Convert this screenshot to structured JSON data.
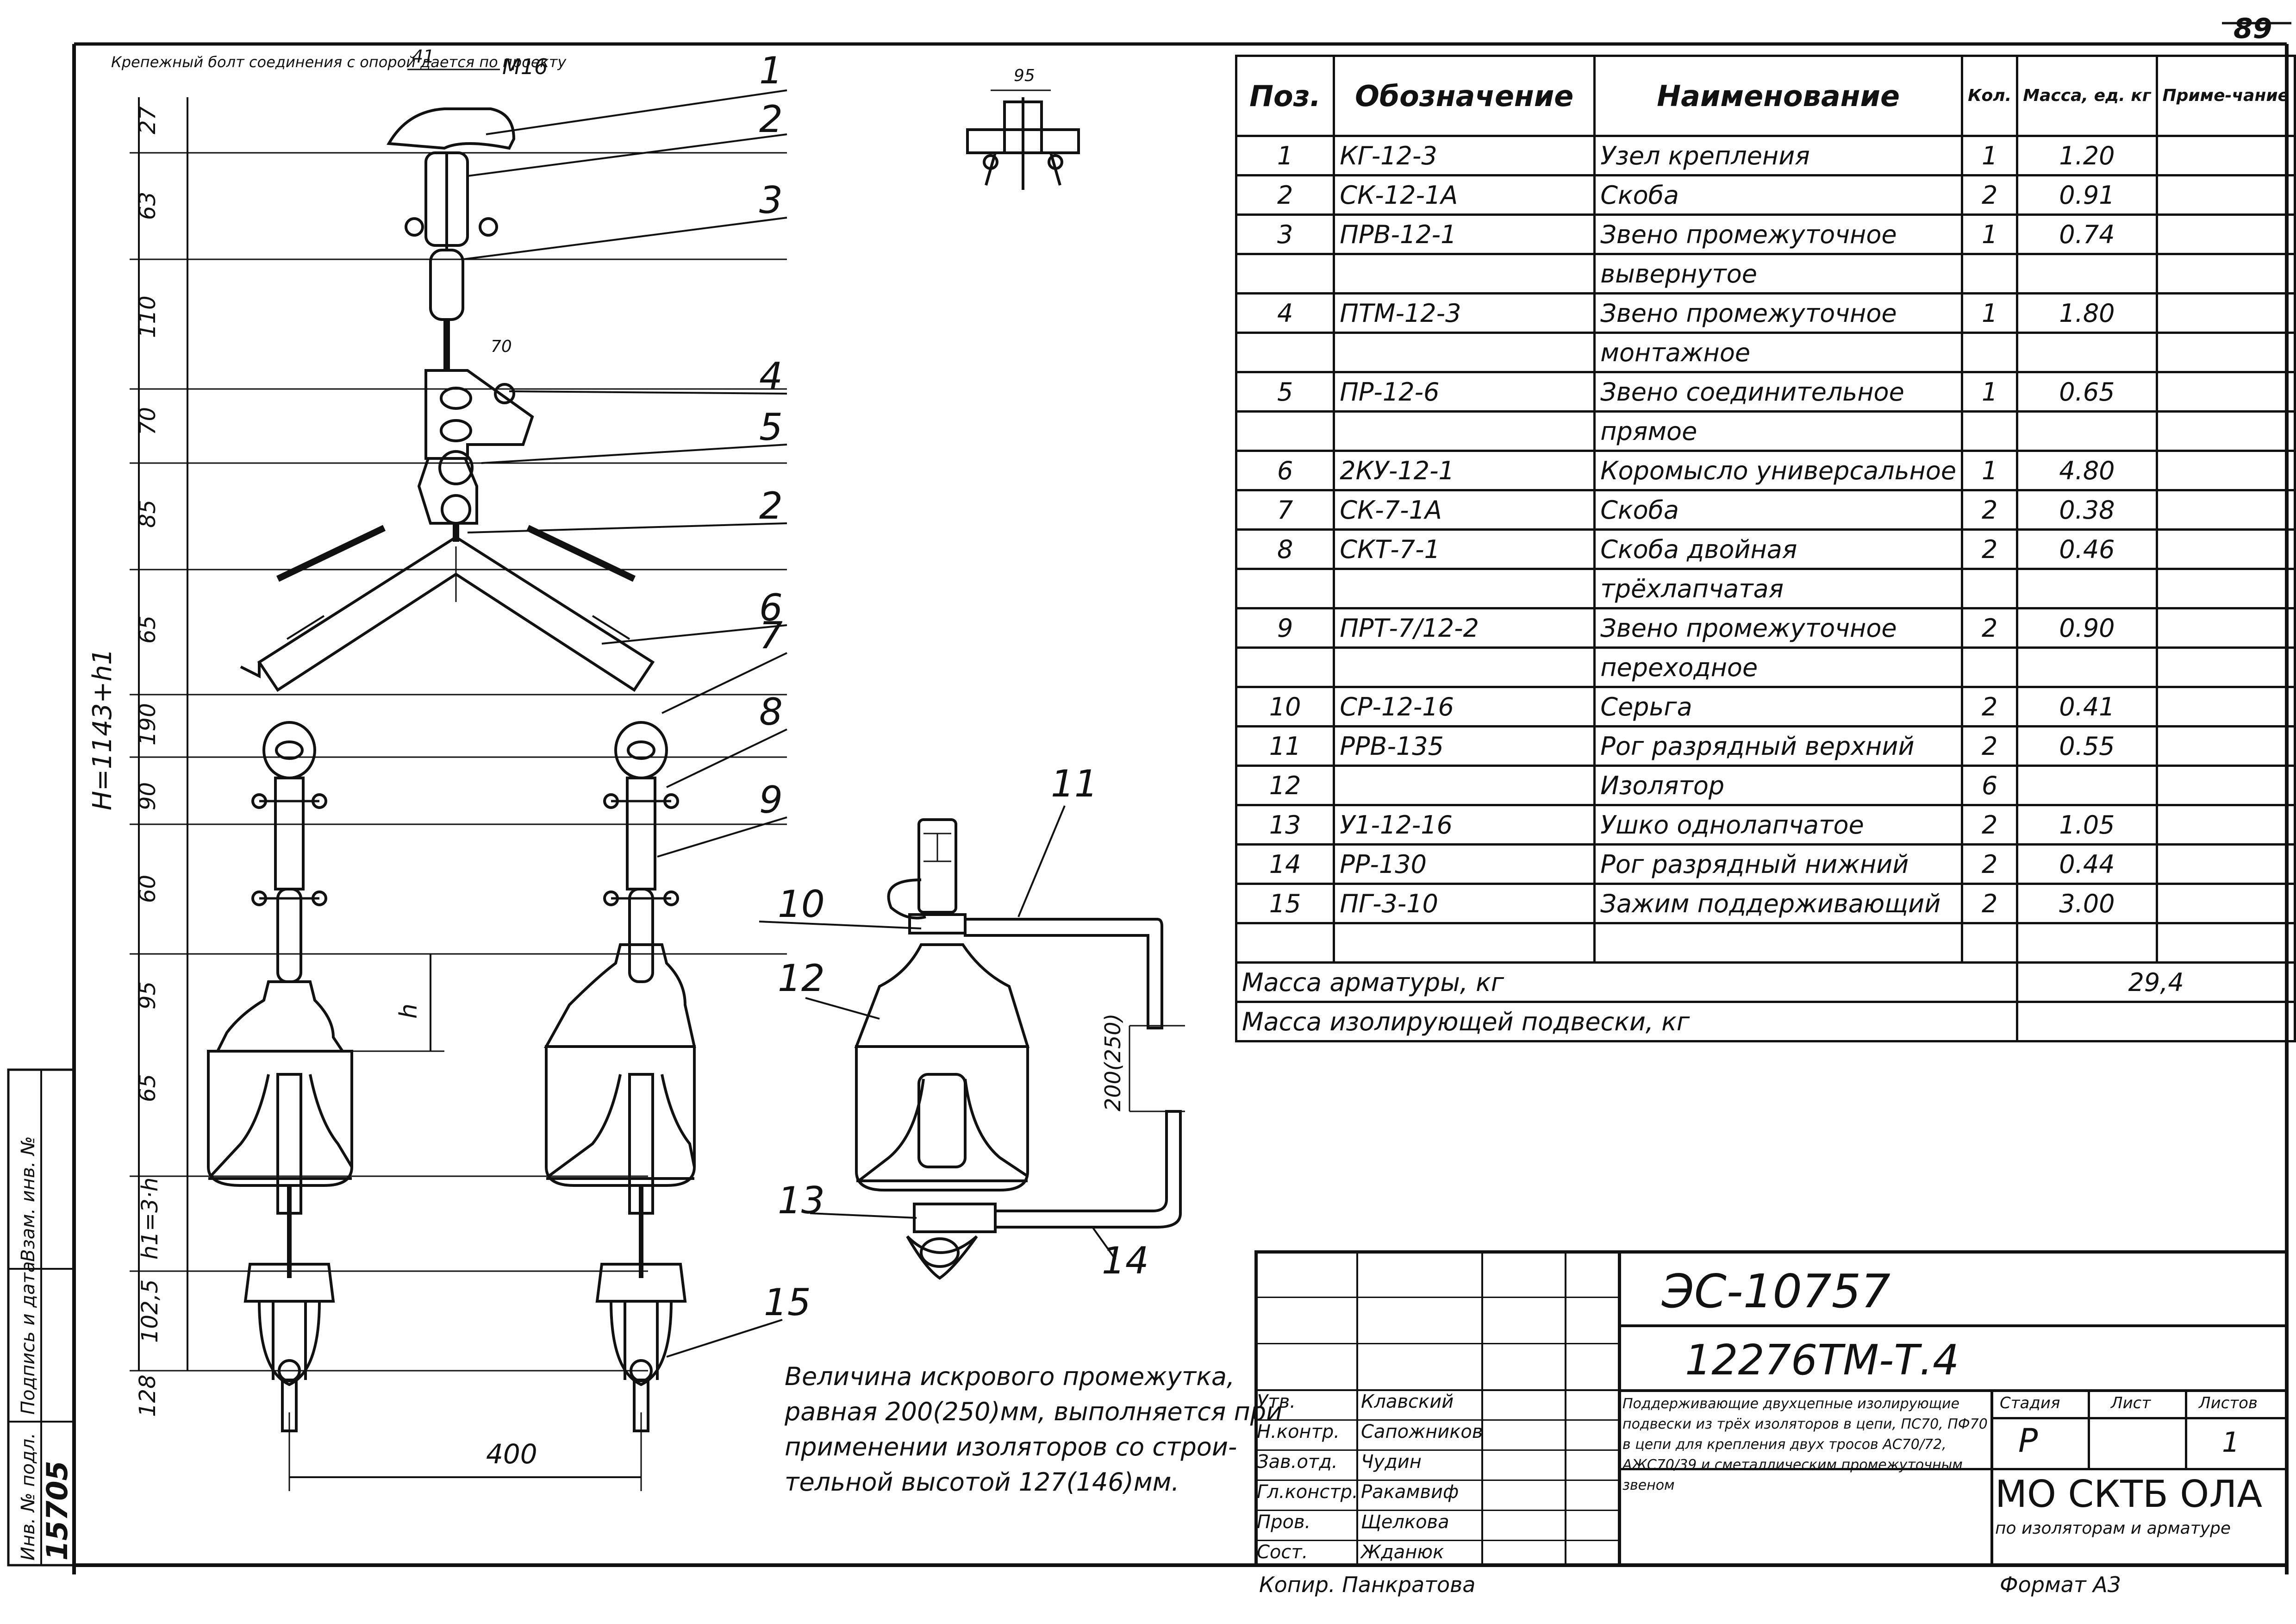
{
  "page_number": "89",
  "top_note": "Крепежный болт соединения с опорой дается по проекту",
  "dim_top_41": "41",
  "dim_bolt": "M16",
  "dim_detail_95": "95",
  "vertical_dims": [
    "27",
    "63",
    "110",
    "70",
    "85",
    "65",
    "190",
    "90",
    "60",
    "95",
    "65",
    "h1=3·h",
    "102,5",
    "128"
  ],
  "overall_height_label": "H=1143+h1",
  "dim_h": "h",
  "dim_400": "400",
  "dim_gap": "200(250)",
  "callouts_left": [
    "1",
    "2",
    "3",
    "4",
    "5",
    "2",
    "6",
    "7",
    "8",
    "9",
    "15"
  ],
  "callouts_right": [
    "10",
    "11",
    "12",
    "13",
    "14"
  ],
  "dim_70": "70",
  "note_lines": [
    "Величина искрового промежутка,",
    "равная 200(250)мм, выполняется при",
    "применении изоляторов со строи-",
    "тельной высотой 127(146)мм."
  ],
  "spec_headers": {
    "pos": "Поз.",
    "designation": "Обозначение",
    "name": "Наименование",
    "qty": "Кол.",
    "mass": "Масса, ед. кг",
    "note": "Приме-чание"
  },
  "spec_rows": [
    {
      "pos": "1",
      "designation": "КГ-12-3",
      "name": "Узел крепления",
      "qty": "1",
      "mass": "1.20"
    },
    {
      "pos": "2",
      "designation": "СК-12-1А",
      "name": "Скоба",
      "qty": "2",
      "mass": "0.91"
    },
    {
      "pos": "3",
      "designation": "ПРВ-12-1",
      "name": "Звено промежуточное",
      "qty": "1",
      "mass": "0.74"
    },
    {
      "pos": "",
      "designation": "",
      "name": "вывернутое",
      "qty": "",
      "mass": ""
    },
    {
      "pos": "4",
      "designation": "ПТМ-12-3",
      "name": "Звено промежуточное",
      "qty": "1",
      "mass": "1.80"
    },
    {
      "pos": "",
      "designation": "",
      "name": "монтажное",
      "qty": "",
      "mass": ""
    },
    {
      "pos": "5",
      "designation": "ПР-12-6",
      "name": "Звено соединительное",
      "qty": "1",
      "mass": "0.65"
    },
    {
      "pos": "",
      "designation": "",
      "name": "прямое",
      "qty": "",
      "mass": ""
    },
    {
      "pos": "6",
      "designation": "2КУ-12-1",
      "name": "Коромысло универсальное",
      "qty": "1",
      "mass": "4.80"
    },
    {
      "pos": "7",
      "designation": "СК-7-1А",
      "name": "Скоба",
      "qty": "2",
      "mass": "0.38"
    },
    {
      "pos": "8",
      "designation": "СКТ-7-1",
      "name": "Скоба двойная",
      "qty": "2",
      "mass": "0.46"
    },
    {
      "pos": "",
      "designation": "",
      "name": "трёхлапчатая",
      "qty": "",
      "mass": ""
    },
    {
      "pos": "9",
      "designation": "ПРТ-7/12-2",
      "name": "Звено промежуточное",
      "qty": "2",
      "mass": "0.90"
    },
    {
      "pos": "",
      "designation": "",
      "name": "переходное",
      "qty": "",
      "mass": ""
    },
    {
      "pos": "10",
      "designation": "СР-12-16",
      "name": "Серьга",
      "qty": "2",
      "mass": "0.41"
    },
    {
      "pos": "11",
      "designation": "РРВ-135",
      "name": "Рог разрядный верхний",
      "qty": "2",
      "mass": "0.55"
    },
    {
      "pos": "12",
      "designation": "",
      "name": "Изолятор",
      "qty": "6",
      "mass": ""
    },
    {
      "pos": "13",
      "designation": "У1-12-16",
      "name": "Ушко однолапчатое",
      "qty": "2",
      "mass": "1.05"
    },
    {
      "pos": "14",
      "designation": "РР-130",
      "name": "Рог разрядный нижний",
      "qty": "2",
      "mass": "0.44"
    },
    {
      "pos": "15",
      "designation": "ПГ-3-10",
      "name": "Зажим поддерживающий",
      "qty": "2",
      "mass": "3.00"
    },
    {
      "pos": "",
      "designation": "",
      "name": "",
      "qty": "",
      "mass": ""
    }
  ],
  "mass_armature_label": "Масса арматуры, кг",
  "mass_armature_value": "29,4",
  "mass_suspension_label": "Масса изолирующей подвески, кг",
  "title_block": {
    "doc_code": "ЭС-10757",
    "drawing_no": "12276ТМ-Т.4",
    "description": "Поддерживающие двухцепные изолирующие подвески из трёх изоляторов в цепи, ПС70, ПФ70 в цепи для крепления двух тросов АС70/72, АЖС70/39 и сметаллическим промежуточным звеном",
    "stage_label": "Стадия",
    "sheet_label": "Лист",
    "sheets_label": "Листов",
    "stage": "Р",
    "sheets": "1",
    "org_line1": "МО СКТБ ОЛА",
    "org_line2": "по изоляторам и арматуре",
    "roles": [
      "Утв.",
      "Н.контр.",
      "Зав.отд.",
      "Гл.констр.",
      "Пров.",
      "Сост."
    ],
    "names": [
      "Клавский",
      "Сапожников",
      "Чудин",
      "Ракамвиф",
      "Щелкова",
      "Жданюк"
    ],
    "copied_by": "Копир. Панкратова",
    "format": "Формат А3"
  },
  "side_stamp": {
    "inv_no_label": "Инв. № подл.",
    "inv_no": "15705",
    "sign_date_label": "Подпись и дата",
    "replaces_label": "Взам. инв. №"
  }
}
